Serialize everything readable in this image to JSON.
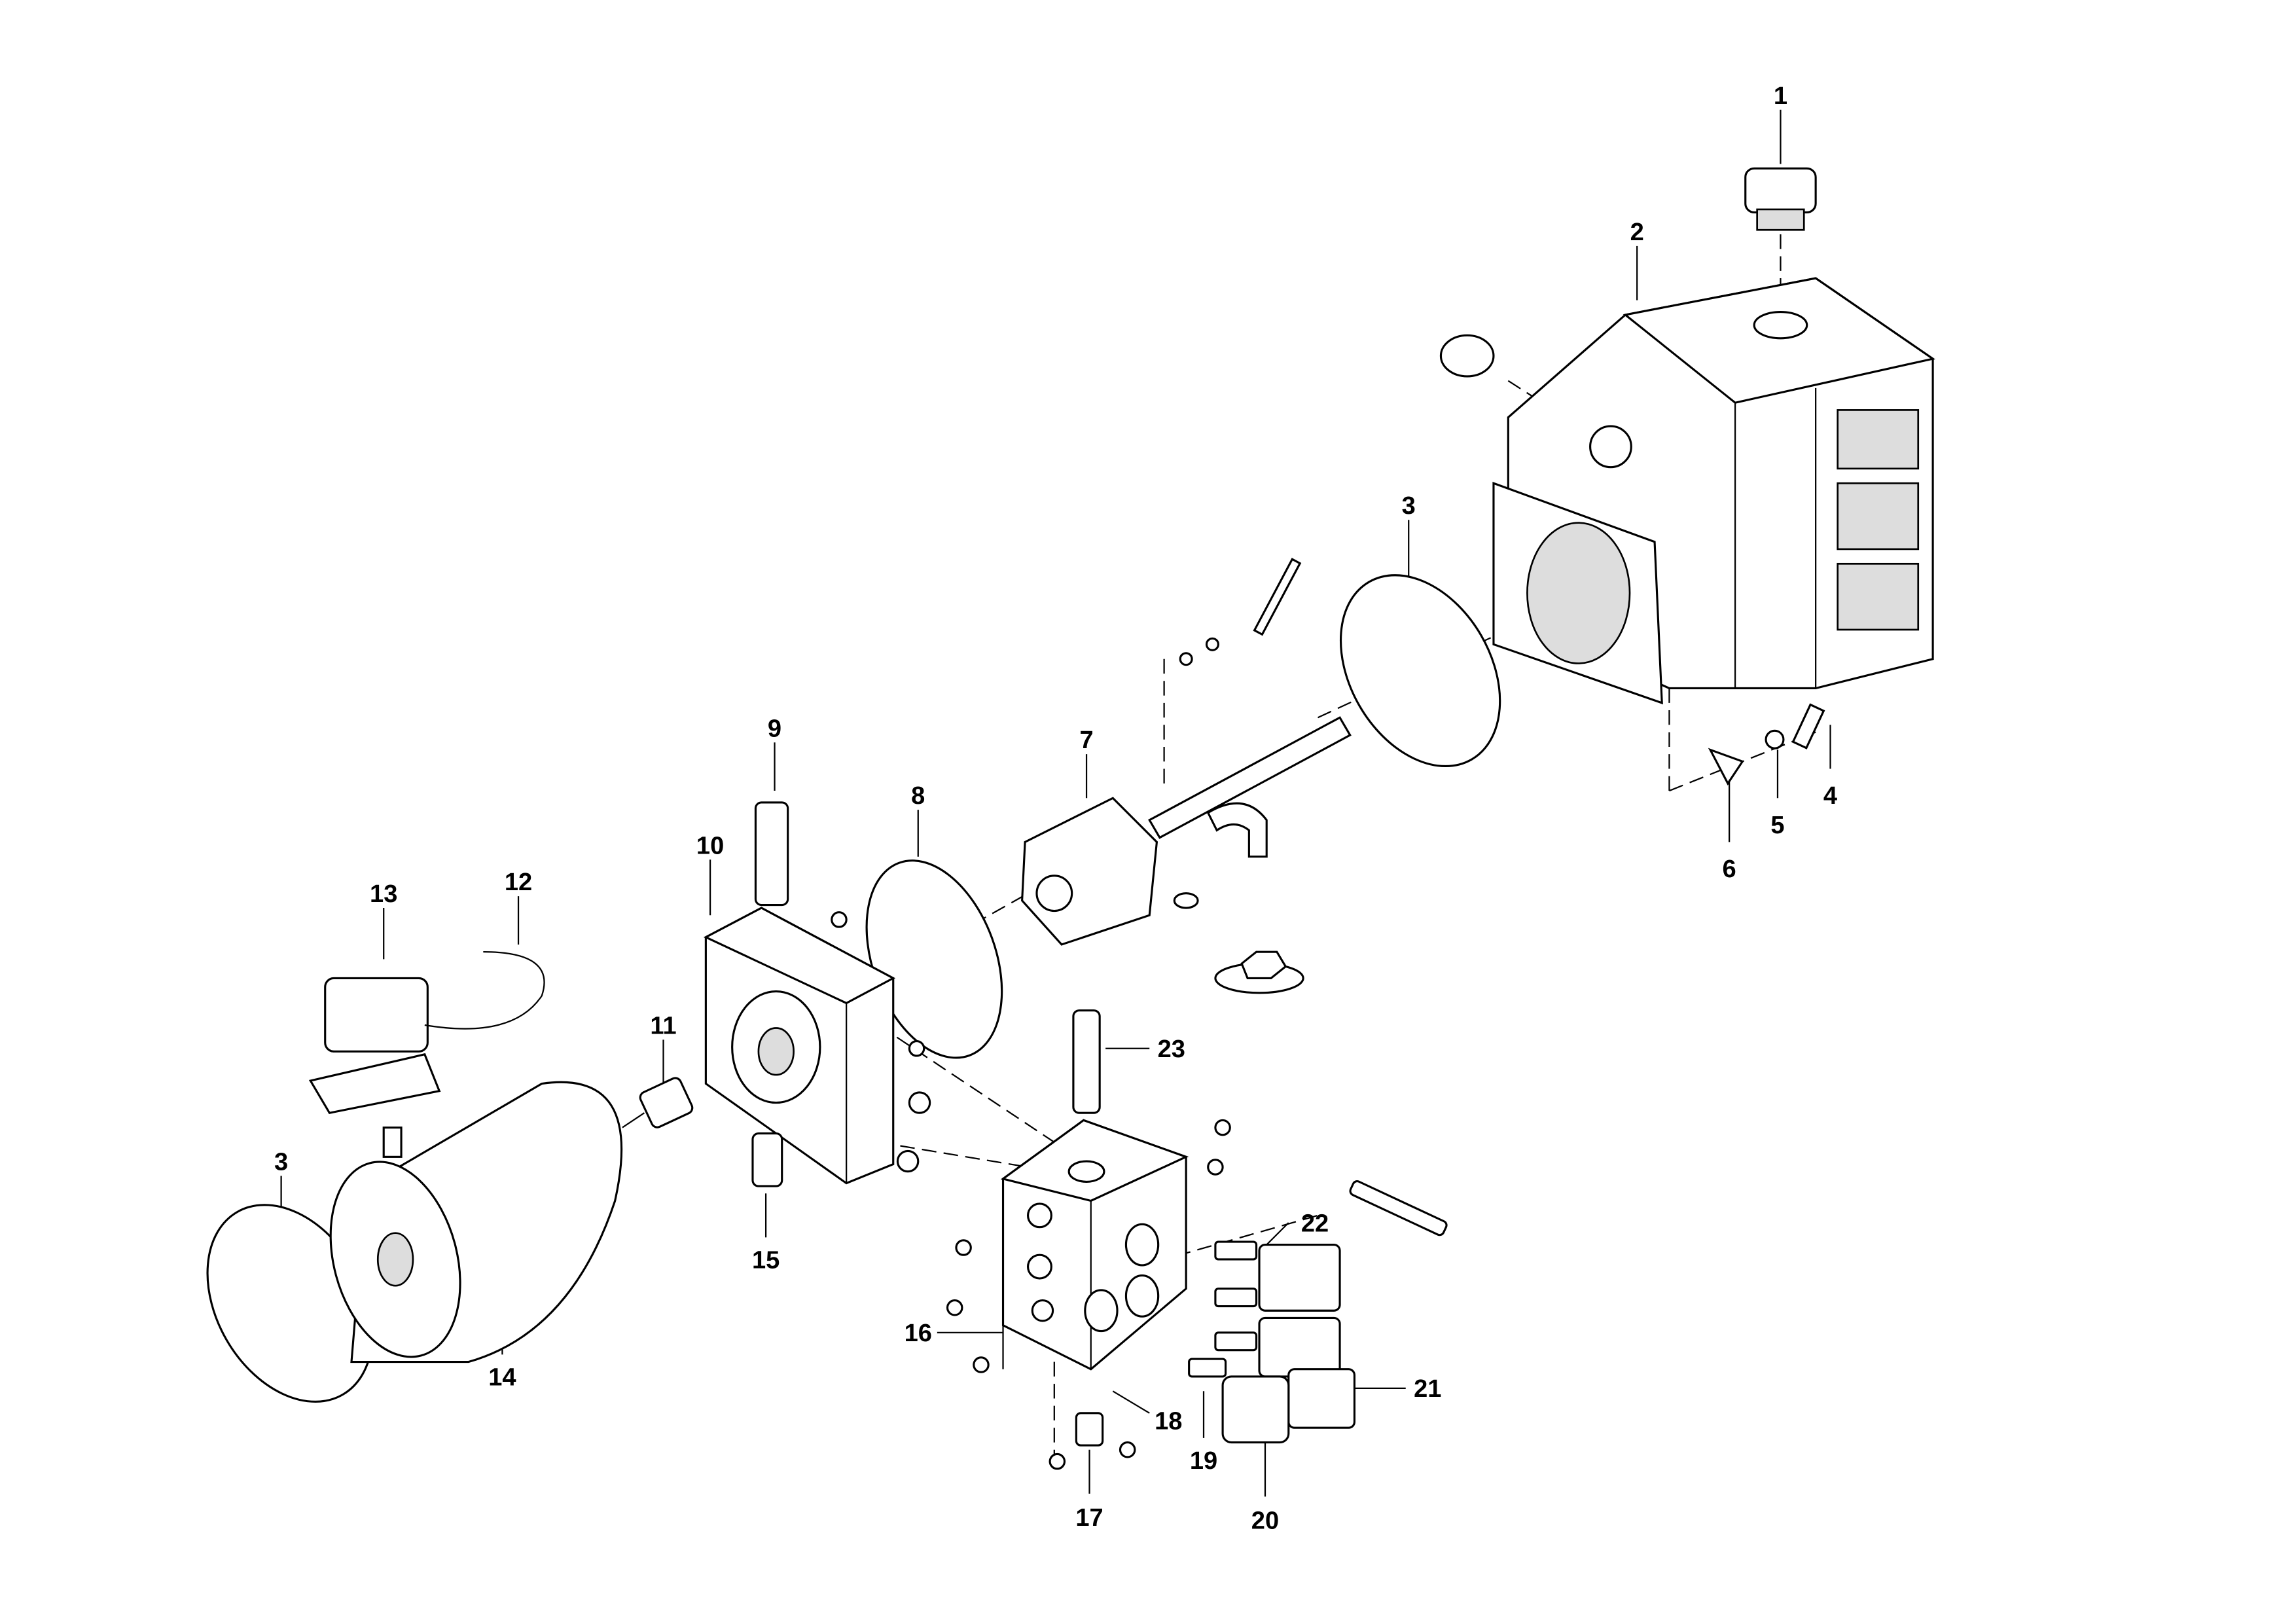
{
  "diagram": {
    "type": "exploded-parts-view",
    "callouts": [
      {
        "id": "c1",
        "label": "1"
      },
      {
        "id": "c2",
        "label": "2"
      },
      {
        "id": "c3a",
        "label": "3"
      },
      {
        "id": "c4",
        "label": "4"
      },
      {
        "id": "c5",
        "label": "5"
      },
      {
        "id": "c6",
        "label": "6"
      },
      {
        "id": "c7",
        "label": "7"
      },
      {
        "id": "c8",
        "label": "8"
      },
      {
        "id": "c9",
        "label": "9"
      },
      {
        "id": "c10",
        "label": "10"
      },
      {
        "id": "c11",
        "label": "11"
      },
      {
        "id": "c12",
        "label": "12"
      },
      {
        "id": "c13",
        "label": "13"
      },
      {
        "id": "c3b",
        "label": "3"
      },
      {
        "id": "c14",
        "label": "14"
      },
      {
        "id": "c15",
        "label": "15"
      },
      {
        "id": "c16",
        "label": "16"
      },
      {
        "id": "c17",
        "label": "17"
      },
      {
        "id": "c18",
        "label": "18"
      },
      {
        "id": "c19",
        "label": "19"
      },
      {
        "id": "c20",
        "label": "20"
      },
      {
        "id": "c21",
        "label": "21"
      },
      {
        "id": "c22",
        "label": "22"
      },
      {
        "id": "c23",
        "label": "23"
      }
    ]
  }
}
